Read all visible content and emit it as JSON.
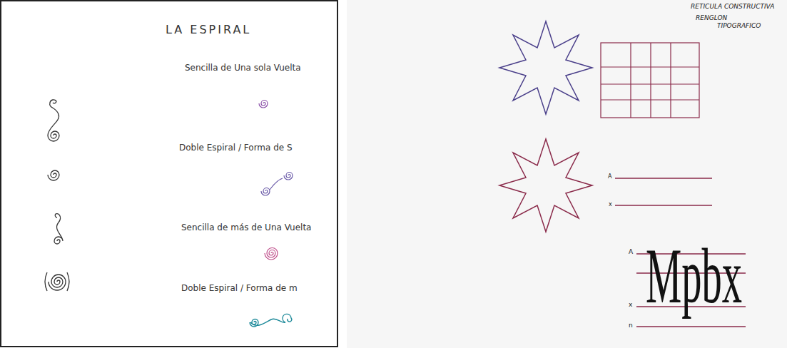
{
  "diagram": {
    "labels": [
      "LA ESPIRAL",
      "Sencilla de Una sola Vuelta",
      "Doble Espiral / Forma de S",
      "Sencilla de más de Una Vuelta",
      "Doble Espiral / Forma de m",
      "RETICULA CONSTRUCTIVA",
      "RENGLON",
      "TIPOGRAFICO",
      "A",
      "x",
      "A",
      "x",
      "n",
      "Mpbx"
    ]
  }
}
